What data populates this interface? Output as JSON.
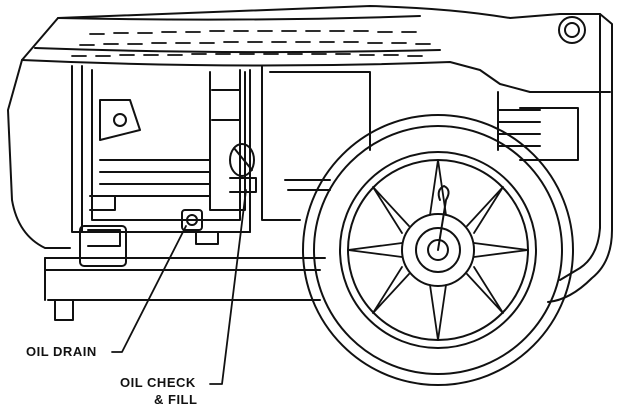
{
  "diagram": {
    "callouts": {
      "oil_drain": "OIL DRAIN",
      "oil_check_line1": "OIL CHECK",
      "oil_check_line2": "& FILL"
    },
    "colors": {
      "line": "#111111",
      "background": "#ffffff"
    }
  }
}
